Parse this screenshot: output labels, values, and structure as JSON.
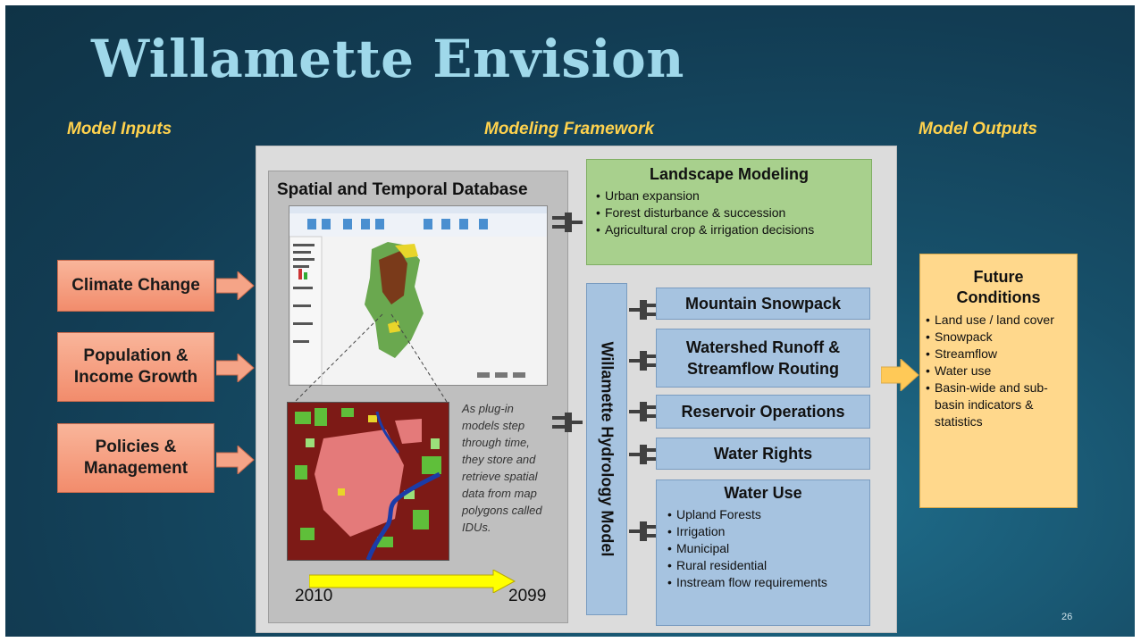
{
  "title": "Willamette Envision",
  "headers": {
    "inputs": "Model Inputs",
    "framework": "Modeling Framework",
    "outputs": "Model Outputs"
  },
  "inputs": [
    {
      "label": "Climate Change"
    },
    {
      "label": "Population &\nIncome Growth"
    },
    {
      "label": "Policies &\nManagement"
    }
  ],
  "database": {
    "title": "Spatial and Temporal Database",
    "plugin_text": "As plug-in models step through time, they store and retrieve spatial data from map polygons called IDUs.",
    "year_start": "2010",
    "year_end": "2099"
  },
  "landscape": {
    "title": "Landscape Modeling",
    "items": [
      "Urban expansion",
      "Forest disturbance & succession",
      "Agricultural crop & irrigation decisions"
    ]
  },
  "hydrology": {
    "title": "Willamette Hydrology Model",
    "modules": [
      {
        "label": "Mountain Snowpack"
      },
      {
        "label": "Watershed Runoff &\nStreamflow Routing"
      },
      {
        "label": "Reservoir Operations"
      },
      {
        "label": "Water Rights"
      }
    ],
    "water_use": {
      "title": "Water Use",
      "items": [
        "Upland Forests",
        "Irrigation",
        "Municipal",
        "Rural residential",
        "Instream flow requirements"
      ]
    }
  },
  "outputs": {
    "title": "Future\nConditions",
    "items": [
      "Land use / land cover",
      "Snowpack",
      "Streamflow",
      "Water use",
      "Basin-wide and sub-basin indicators & statistics"
    ]
  },
  "page_number": "26",
  "colors": {
    "title": "#9fd8ea",
    "headers": "#ffd24d",
    "inputs": "#f28c6c",
    "landscape": "#a8d08d",
    "hydrology": "#a6c3e0",
    "outputs": "#ffd88c"
  }
}
